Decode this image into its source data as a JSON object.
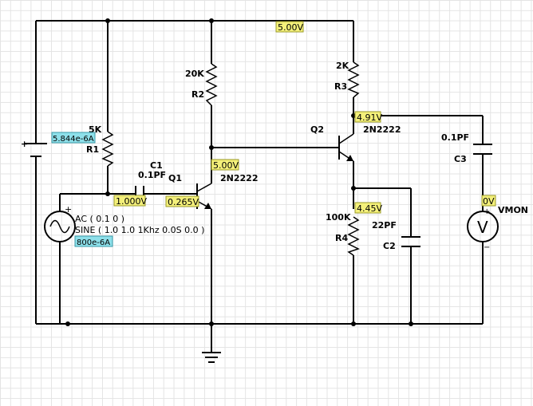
{
  "components": {
    "r1": {
      "name": "R1",
      "value": "5K"
    },
    "r2": {
      "name": "R2",
      "value": "20K"
    },
    "r3": {
      "name": "R3",
      "value": "2K"
    },
    "r4": {
      "name": "R4",
      "value": "100K"
    },
    "c1": {
      "name": "C1",
      "value": "0.1PF"
    },
    "c2": {
      "name": "C2",
      "value": "22PF"
    },
    "c3": {
      "name": "C3",
      "value": "0.1PF"
    },
    "q1": {
      "name": "Q1",
      "model": "2N2222"
    },
    "q2": {
      "name": "Q2",
      "model": "2N2222"
    },
    "vmeter": {
      "name": "VMON"
    },
    "ac_source": {
      "line1": "AC ( 0.1 0 )",
      "line2": "SINE ( 1.0 1.0 1Khz 0.0S 0.0 )"
    }
  },
  "probes": {
    "top_rail": "5.00V",
    "q2_collector": "4.91V",
    "q1_collector": "5.00V",
    "c1_out": "1.000V",
    "q1_emitter": "0.265V",
    "q2_emitter": "4.45V",
    "vmon": "0V",
    "r1_current": "5.844e-6A",
    "source_current": "800e-6A"
  },
  "colors": {
    "wire": "#000000",
    "voltage_probe": "#f4f07a",
    "current_probe": "#8ee0ea"
  },
  "symbols": {
    "plus": "+",
    "minus": "−",
    "vm_glyph": "V"
  }
}
